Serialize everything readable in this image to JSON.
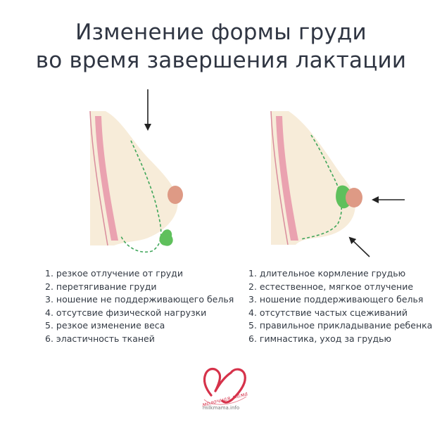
{
  "title": {
    "line1": "Изменение формы груди",
    "line2": "во время завершения лактации"
  },
  "left_list": [
    "1. резкое отлучение от груди",
    "2. перетягивание груди",
    "3. ношение не поддерживающего белья",
    "4. отсутсвие физической нагрузки",
    "5. резкое изменение веса",
    "6. эластичность тканей"
  ],
  "right_list": [
    "1. длительное кормление грудью",
    "2. естественное, мягкое отлучение",
    "3. ношение поддерживающего белья",
    "4. отсутствие частых сцеживаний",
    "5. правильное прикладывание ребенка",
    "6. гимнастика, уход за грудью"
  ],
  "logo": {
    "text": "молочная мама",
    "site": "milkmama.info"
  },
  "colors": {
    "title": "#2f3542",
    "skin": "#f7ecd9",
    "chest_wall": "#eaa2b0",
    "nipple": "#de9a85",
    "gland": "#5fc05c",
    "dashed": "#3fa65a",
    "arrow": "#222222",
    "logo": "#d6324a"
  }
}
